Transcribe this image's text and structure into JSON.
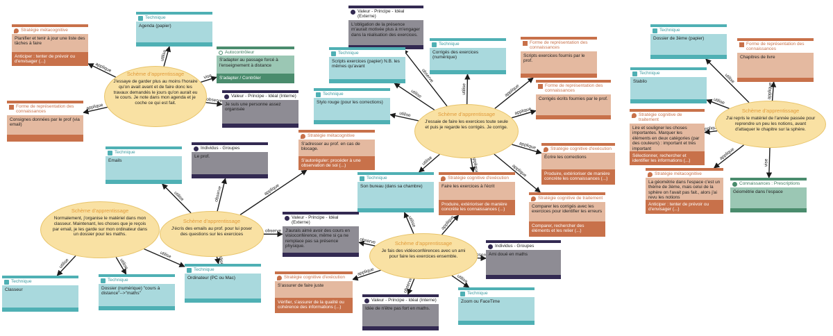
{
  "types": {
    "technique": "Technique",
    "forme": "Forme de représentation des connaissances",
    "strat_meta": "Stratégie métacognitive",
    "strat_trait": "Stratégie cognitive de traitement",
    "strat_exec": "Stratégie cognitive d'exécution",
    "val_ext": "Valeur - Principe - Idéal (Externe)",
    "val_int": "Valeur - Principe - Idéal (Interne)",
    "ind": "Individus - Groupes",
    "auto": "Autocontrôleur",
    "conn": "Connaissances : Prescriptions",
    "scheme": "Schème d'apprentissage"
  },
  "colors": {
    "technique": "#4fb0b4",
    "forme": "#c8714a",
    "valeur": "#332a52",
    "auto": "#4a8c6d",
    "scheme": "#f9e1a3",
    "scheme_title": "#e09a3a"
  },
  "schemes": [
    {
      "id": "s1",
      "text": "J'essaye de garder plus au moins l'horaire qu'on avait avant et de faire donc les travaux demandés le jours qu'on aurait eu le cours. Je note dans mon agenda et je coche ce qui est fait."
    },
    {
      "id": "s2",
      "text": "J'essaie de faire les exercices toute seule et puis je regarde les corrigés. Je corrige."
    },
    {
      "id": "s3",
      "text": "J'ai repris le matériel de l'année passée pour reprendre un peu les notions, avant d'attaquer le chapitre sur la sphère."
    },
    {
      "id": "s4",
      "text": "Normalement, j'organise le matériel dans mon classeur. Maintenant, les choses que je reçois par email, je les garde sur mon ordinateur dans un dossier pour les maths."
    },
    {
      "id": "s5",
      "text": "J'écris des emails au prof. pour lui poser des questions sur les exercices"
    },
    {
      "id": "s6",
      "text": "Je fais des vidéoconférences avec un ami pour faire les exercices ensemble."
    }
  ],
  "cards": [
    {
      "id": "c1",
      "kind": "strat",
      "typeKey": "strat_meta",
      "text": "Planifier et tenir à jour une liste des tâches à faire",
      "text2": "Anticiper : tenter de prévoir ou d'envisager (...)"
    },
    {
      "id": "c2",
      "kind": "tech",
      "typeKey": "technique",
      "text": "Agenda (papier)"
    },
    {
      "id": "c3",
      "kind": "auto",
      "typeKey": "auto",
      "text": "S'adapter au passage forcé à l'enseignement à distance",
      "text2": "S'adapter / Contrôler"
    },
    {
      "id": "c4",
      "kind": "forme",
      "typeKey": "forme",
      "text": "Consignes données par le prof (via email)"
    },
    {
      "id": "c5",
      "kind": "val",
      "typeKey": "val_int",
      "text": "Je suis une personne assez organisée"
    },
    {
      "id": "c6",
      "kind": "val",
      "typeKey": "val_ext",
      "text": "L'obligation de la présence m'aurait motivée plus à m'engager dans la réalisation des exercices."
    },
    {
      "id": "c7",
      "kind": "tech",
      "typeKey": "technique",
      "text": "Scripts exercices (papier) N.B. les mêmes qu'avant"
    },
    {
      "id": "c8",
      "kind": "tech",
      "typeKey": "technique",
      "text": "Corrigés des exercices (numérique)"
    },
    {
      "id": "c9",
      "kind": "forme",
      "typeKey": "forme",
      "text": "Scripts exercices fournis par le prof."
    },
    {
      "id": "c10",
      "kind": "tech",
      "typeKey": "technique",
      "text": "Stylo rouge (pour les corrections)"
    },
    {
      "id": "c11",
      "kind": "forme",
      "typeKey": "forme",
      "text": "Corrigés écrits fournies par le prof."
    },
    {
      "id": "c12",
      "kind": "tech",
      "typeKey": "technique",
      "text": "Dossier de 3ème (papier)"
    },
    {
      "id": "c13",
      "kind": "forme",
      "typeKey": "forme",
      "text": "Chapitres de livre"
    },
    {
      "id": "c14",
      "kind": "tech",
      "typeKey": "technique",
      "text": "Stabilo"
    },
    {
      "id": "c15",
      "kind": "strat",
      "typeKey": "strat_trait",
      "text": "Lire et souligner les choses importantes. Marquer les éléments en deux catégories (par des couleurs) : important et très important",
      "text2": "Sélectionner, rechercher et identifier les informations (...)"
    },
    {
      "id": "c16",
      "kind": "strat",
      "typeKey": "strat_meta",
      "text": "La géométrie dans l'espace c'est un thème de 3ème, mais celui de la sphère on l'avait pas fait., alors j'ai revu les notions",
      "text2": "Anticiper : tenter de prévoir ou d'envisager (...)"
    },
    {
      "id": "c17",
      "kind": "conn",
      "typeKey": "conn",
      "text": "Géométrie dans l'espace"
    },
    {
      "id": "c18",
      "kind": "tech",
      "typeKey": "technique",
      "text": "Emails"
    },
    {
      "id": "c19",
      "kind": "ind",
      "typeKey": "ind",
      "text": "Le prof."
    },
    {
      "id": "c20",
      "kind": "strat",
      "typeKey": "strat_meta",
      "text": "S'adresser au prof. en cas de blocage.",
      "text2": "S'autoréguler: procéder à une observation de soi (...)"
    },
    {
      "id": "c21",
      "kind": "strat",
      "typeKey": "strat_exec",
      "text": "Écrire les corrections",
      "text2": "Produire, extérioriser de manière concrète les connaissances (...)"
    },
    {
      "id": "c22",
      "kind": "tech",
      "typeKey": "technique",
      "text": "Son bureau (dans sa chambre)"
    },
    {
      "id": "c23",
      "kind": "strat",
      "typeKey": "strat_exec",
      "text": "Faire les exercices à l'écrit",
      "text2": "Produire, extérioriser de manière concrète les connaissances (...)"
    },
    {
      "id": "c24",
      "kind": "strat",
      "typeKey": "strat_trait",
      "text": "Comparer les corrigés avec les exercices pour identifier les erreurs",
      "text2": "Comparer, rechercher des éléments et les relier (...)"
    },
    {
      "id": "c25",
      "kind": "val",
      "typeKey": "val_ext",
      "text": "J'aurais aimé avoir des cours en visioconférence, même si ça ne remplace pas sa présence physique."
    },
    {
      "id": "c26",
      "kind": "ind",
      "typeKey": "ind",
      "text": "Ami doué en maths"
    },
    {
      "id": "c27",
      "kind": "tech",
      "typeKey": "technique",
      "text": "Classeur"
    },
    {
      "id": "c28",
      "kind": "tech",
      "typeKey": "technique",
      "text": "Dossier (numérique) \"cours à distance\"-->\"maths\""
    },
    {
      "id": "c29",
      "kind": "tech",
      "typeKey": "technique",
      "text": "Ordinateur (PC ou Mac)"
    },
    {
      "id": "c30",
      "kind": "strat",
      "typeKey": "strat_exec",
      "text": "S'assurer de faire juste",
      "text2": "Vérifier, s'assurer de la qualité ou cohérence des informations (...)"
    },
    {
      "id": "c31",
      "kind": "val",
      "typeKey": "val_int",
      "text": "Idée de n'être pas fort en maths."
    },
    {
      "id": "c32",
      "kind": "tech",
      "typeKey": "technique",
      "text": "Zoom ou FaceTime"
    }
  ],
  "edges": [
    {
      "from": "s1",
      "to": "c1",
      "label": "applique"
    },
    {
      "from": "s1",
      "to": "c2",
      "label": "utilise"
    },
    {
      "from": "s1",
      "to": "c3",
      "label": "vise"
    },
    {
      "from": "s1",
      "to": "c4",
      "label": "applique"
    },
    {
      "from": "s1",
      "to": "c5",
      "label": "observe"
    },
    {
      "from": "s2",
      "to": "c6",
      "label": "observe"
    },
    {
      "from": "s2",
      "to": "c7",
      "label": "utilise"
    },
    {
      "from": "s2",
      "to": "c8",
      "label": "utilise"
    },
    {
      "from": "s2",
      "to": "c9",
      "label": "applique"
    },
    {
      "from": "s2",
      "to": "c10",
      "label": "utilise"
    },
    {
      "from": "s2",
      "to": "c11",
      "label": "applique"
    },
    {
      "from": "s2",
      "to": "c21",
      "label": "applique"
    },
    {
      "from": "s2",
      "to": "c22",
      "label": "utilise"
    },
    {
      "from": "s2",
      "to": "c23",
      "label": "applique"
    },
    {
      "from": "s2",
      "to": "c24",
      "label": "applique"
    },
    {
      "from": "s3",
      "to": "c12",
      "label": "utilise"
    },
    {
      "from": "s3",
      "to": "c13",
      "label": "applique"
    },
    {
      "from": "s3",
      "to": "c14",
      "label": "utilise"
    },
    {
      "from": "s3",
      "to": "c15",
      "label": "applique"
    },
    {
      "from": "s3",
      "to": "c16",
      "label": "applique"
    },
    {
      "from": "s3",
      "to": "c17",
      "label": "vise"
    },
    {
      "from": "s4",
      "to": "c27",
      "label": "utilise"
    },
    {
      "from": "s4",
      "to": "c28",
      "label": "utilise"
    },
    {
      "from": "s4",
      "to": "c29",
      "label": "utilise"
    },
    {
      "from": "s5",
      "to": "c18",
      "label": "utilise"
    },
    {
      "from": "s5",
      "to": "c19",
      "label": "observe"
    },
    {
      "from": "s5",
      "to": "c20",
      "label": "applique"
    },
    {
      "from": "s5",
      "to": "c25",
      "label": "observe"
    },
    {
      "from": "s5",
      "to": "c29",
      "label": "utilise"
    },
    {
      "from": "s6",
      "to": "c22",
      "label": "utilise"
    },
    {
      "from": "s6",
      "to": "c23",
      "label": "applique"
    },
    {
      "from": "s6",
      "to": "c25",
      "label": "observe"
    },
    {
      "from": "s6",
      "to": "c26",
      "label": "observe"
    },
    {
      "from": "s6",
      "to": "c30",
      "label": "applique"
    },
    {
      "from": "s6",
      "to": "c31",
      "label": "observe"
    },
    {
      "from": "s6",
      "to": "c32",
      "label": "utilise"
    }
  ]
}
